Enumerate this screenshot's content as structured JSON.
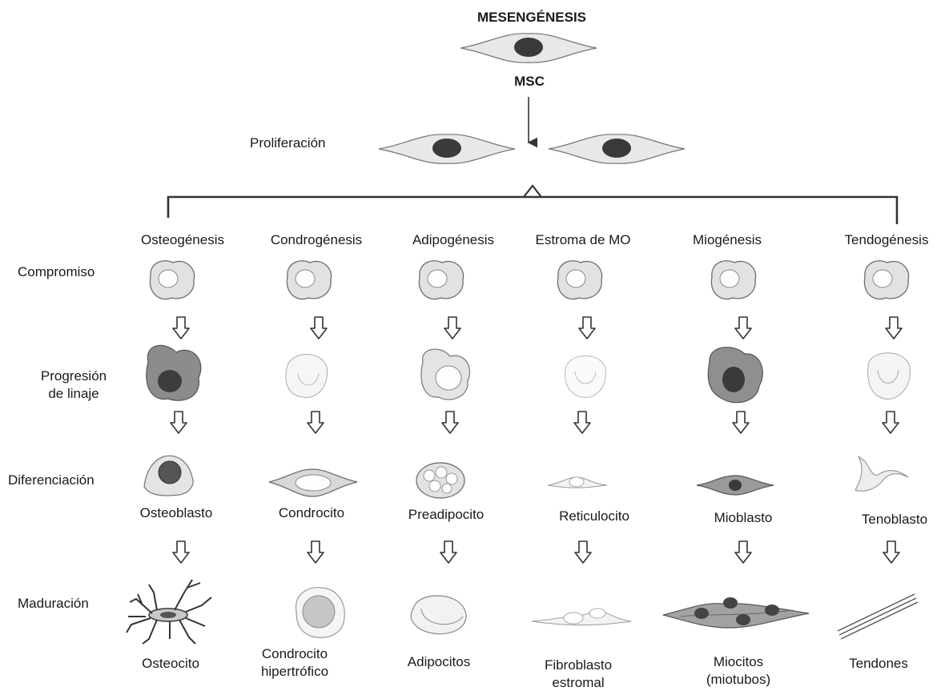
{
  "title": "MESENGÉNESIS",
  "root_label": "MSC",
  "proliferation_label": "Proliferación",
  "stage_labels": {
    "compromiso": "Compromiso",
    "progresion": [
      "Progresión",
      "de linaje"
    ],
    "diferenciacion": "Diferenciación",
    "maduracion": "Maduración"
  },
  "lineages": [
    {
      "name": "Osteogénesis",
      "differentiated": "Osteoblasto",
      "mature": [
        "Osteocito"
      ]
    },
    {
      "name": "Condrogénesis",
      "differentiated": "Condrocito",
      "mature": [
        "Condrocito",
        "hipertrófico"
      ]
    },
    {
      "name": "Adipogénesis",
      "differentiated": "Preadipocito",
      "mature": [
        "Adipocitos"
      ]
    },
    {
      "name": "Estroma de MO",
      "differentiated": "Reticulocito",
      "mature": [
        "Fibroblasto",
        "estromal"
      ]
    },
    {
      "name": "Miogénesis",
      "differentiated": "Mioblasto",
      "mature": [
        "Miocitos",
        "(miotubos)"
      ]
    },
    {
      "name": "Tendogénesis",
      "differentiated": "Tenoblasto",
      "mature": [
        "Tendones"
      ]
    }
  ],
  "colors": {
    "line": "#333333",
    "cell_fill": "#e6e6e6",
    "cell_dark": "#8c8c8c",
    "nucleus_dark": "#3a3a3a",
    "nucleus_light": "#fdfdfd"
  }
}
